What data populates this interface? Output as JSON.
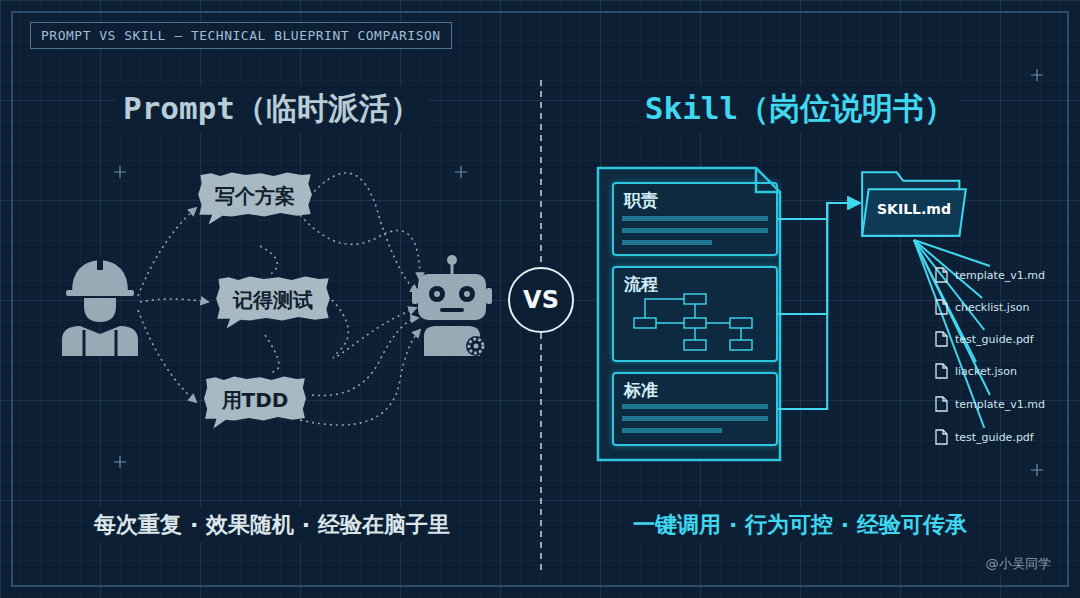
{
  "diagram": {
    "title": "PROMPT VS SKILL – TECHNICAL BLUEPRINT COMPARISON",
    "nodes": [
      {
        "text": [
          "写个方案"
        ]
      },
      {
        "text": [
          "记得测试"
        ]
      },
      {
        "text": [
          "用TDD"
        ]
      },
      {
        "text": [
          "VS"
        ]
      },
      {
        "text": [
          "职责"
        ]
      },
      {
        "text": [
          "流程"
        ]
      },
      {
        "text": [
          "标准"
        ]
      },
      {
        "text": [
          "SKILL.md"
        ]
      },
      {
        "text": [
          "template_v1.md"
        ]
      },
      {
        "text": [
          "checklist.json"
        ]
      },
      {
        "text": [
          "test_guide.pdf"
        ]
      },
      {
        "text": [
          "liacket.json"
        ]
      },
      {
        "text": [
          "template_v1.md"
        ]
      },
      {
        "text": [
          "test_guide.pdf"
        ]
      }
    ],
    "edges": [
      {
        "from": 4,
        "to": 7,
        "arrow": "to"
      },
      {
        "from": 5,
        "to": 7,
        "arrow": "to"
      },
      {
        "from": 6,
        "to": 7,
        "arrow": "to"
      },
      {
        "from": 7,
        "to": 8,
        "arrow": "none"
      },
      {
        "from": 7,
        "to": 9,
        "arrow": "none"
      },
      {
        "from": 7,
        "to": 10,
        "arrow": "none"
      },
      {
        "from": 7,
        "to": 11,
        "arrow": "none"
      },
      {
        "from": 7,
        "to": 12,
        "arrow": "none"
      },
      {
        "from": 7,
        "to": 13,
        "arrow": "none"
      }
    ],
    "labels": [
      "Prompt（临时派活）",
      "Skill（岗位说明书）",
      "每次重复 · 效果随机 · 经验在脑子里",
      "一键调用 · 行为可控 · 经验可传承",
      "@小吴同学"
    ]
  }
}
